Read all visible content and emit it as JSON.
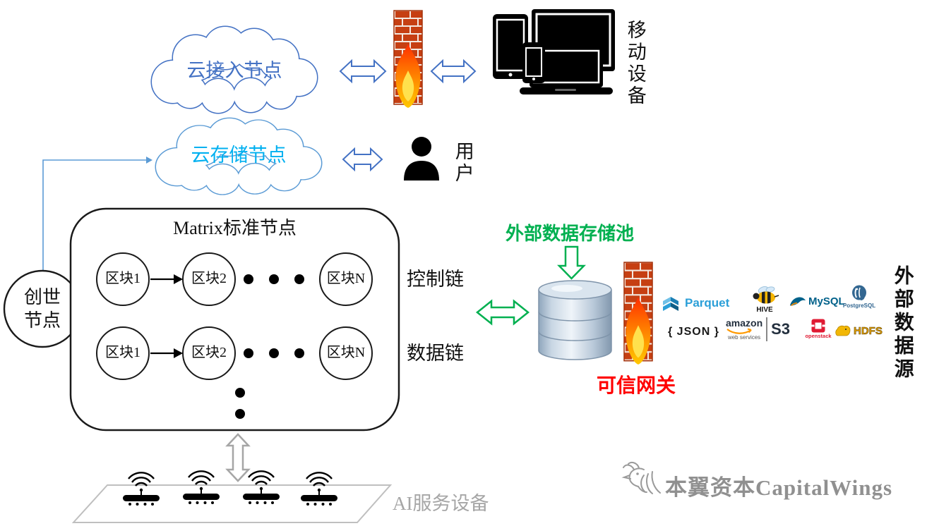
{
  "clouds": {
    "access": "云接入节点",
    "storage": "云存储节点"
  },
  "labels": {
    "mobile_devices": "移动设备",
    "user": "用户",
    "genesis": "创世节点",
    "control_chain": "控制链",
    "data_chain": "数据链",
    "ai_devices": "AI服务设备",
    "external_pool": "外部数据存储池",
    "trusted_gateway": "可信网关",
    "external_source": "外部数据源"
  },
  "matrix": {
    "title": "Matrix标准节点",
    "control_blocks": [
      "区块1",
      "区块2",
      "区块N"
    ],
    "data_blocks": [
      "区块1",
      "区块2",
      "区块N"
    ]
  },
  "logos": {
    "parquet": "Parquet",
    "hive": "HIVE",
    "mysql": "MySQL",
    "postgresql": "PostgreSQL",
    "json": "{ JSON }",
    "amazon": "amazon",
    "amazon_sub": "web services",
    "s3": "S3",
    "openstack": "openstack",
    "hdfs": "HDFS"
  },
  "watermark": "本翼资本CapitalWings",
  "colors": {
    "blue": "#4472C4",
    "cyan": "#00B0F0",
    "green": "#00B050",
    "red": "#FF0000",
    "gray": "#A6A6A6"
  }
}
